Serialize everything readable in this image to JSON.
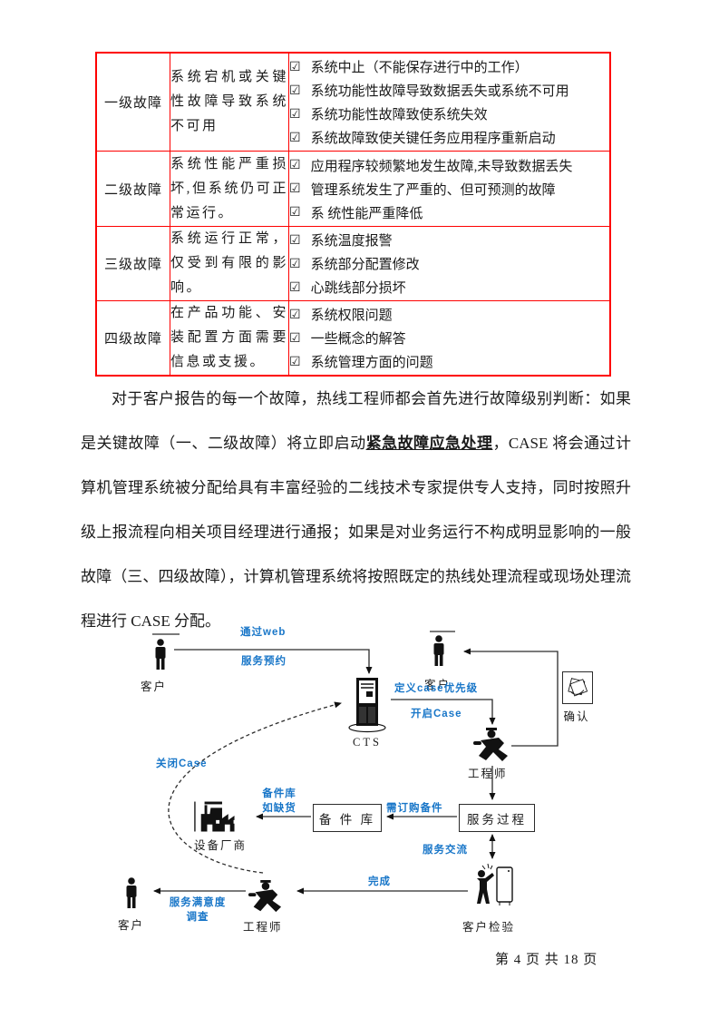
{
  "colors": {
    "table_border": "#fe0000",
    "diagram_label_blue": "#1876c8"
  },
  "table": {
    "checkbox": "☑",
    "rows": [
      {
        "level": "一级故障",
        "desc": "系统宕机或关键性故障导致系统不可用",
        "items": [
          "系统中止（不能保存进行中的工作）",
          "系统功能性故障导致数据丢失或系统不可用",
          "系统功能性故障致使系统失效",
          "系统故障致使关键任务应用程序重新启动"
        ]
      },
      {
        "level": "二级故障",
        "desc": "系统性能严重损坏,但系统仍可正常运行。",
        "items": [
          "应用程序较频繁地发生故障,未导致数据丢失",
          "管理系统发生了严重的、但可预测的故障",
          "系 统性能严重降低"
        ]
      },
      {
        "level": "三级故障",
        "desc": "系统运行正常，仅受到有限的影响。",
        "items": [
          "系统温度报警",
          "系统部分配置修改",
          "心跳线部分损坏"
        ]
      },
      {
        "level": "四级故障",
        "desc": "在产品功能、安装配置方面需要信息或支援。",
        "items": [
          "系统权限问题",
          "一些概念的解答",
          "系统管理方面的问题"
        ]
      }
    ]
  },
  "paragraph": {
    "part1": "对于客户报告的每一个故障，热线工程师都会首先进行故障级别判断：如果是关键故障（一、二级故障）将立即启动",
    "bold": "紧急故障应急处理",
    "part2": "，CASE 将会通过计算机管理系统被分配给具有丰富经验的二线技术专家提供专人支持，同时按照升级上报流程向相关项目经理进行通报；如果是对业务运行不构成明显影响的一般故障（三、四级故障），计算机管理系统将按照既定的热线处理流程或现场处理流程进行 CASE 分配。"
  },
  "diagram": {
    "labels": {
      "via_web": "通过web",
      "service_booking": "服务预约",
      "customer_top_left": "客户",
      "customer_top_right": "客户",
      "cts": "CTS",
      "define_priority": "定义case优先级",
      "open_case": "开启Case",
      "confirm": "确认",
      "engineer_top": "工程师",
      "close_case": "关闭Case",
      "spare_shortage_line1": "备件库",
      "spare_shortage_line2": "如缺货",
      "vendor": "设备厂商",
      "spare_warehouse": "备 件 库",
      "order_parts": "需订购备件",
      "service_process": "服务过程",
      "service_comm": "服务交流",
      "done": "完成",
      "customer_check": "客户检验",
      "satisfaction_line1": "服务满意度",
      "satisfaction_line2": "调查",
      "engineer_bottom": "工程师",
      "customer_bottom": "客户"
    }
  },
  "footer": "第 4 页  共 18 页"
}
